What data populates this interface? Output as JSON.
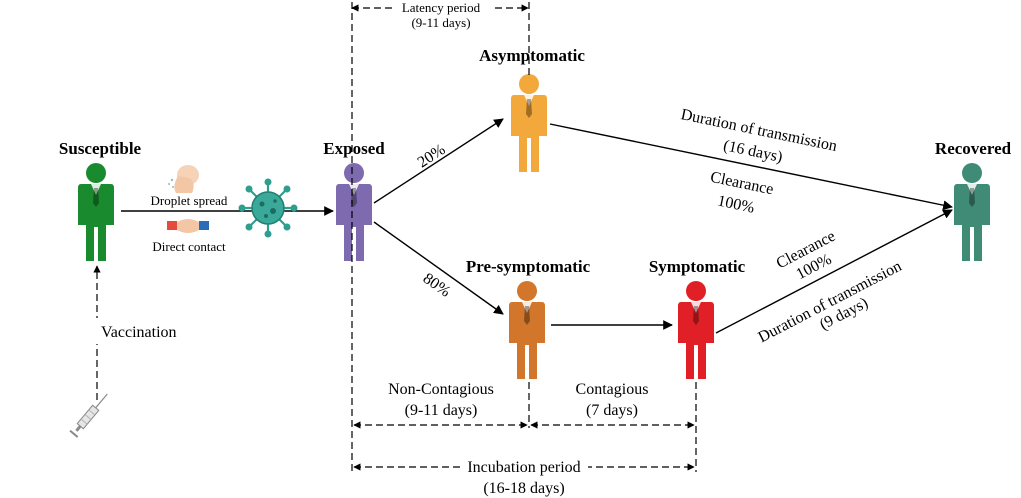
{
  "states": {
    "susceptible": "Susceptible",
    "exposed": "Exposed",
    "asymptomatic": "Asymptomatic",
    "presymptomatic": "Pre-symptomatic",
    "symptomatic": "Symptomatic",
    "recovered": "Recovered"
  },
  "transmission": {
    "droplet": "Droplet spread",
    "contact": "Direct contact"
  },
  "vaccination": "Vaccination",
  "latency": {
    "line1": "Latency period",
    "line2": "(9-11 days)"
  },
  "branch": {
    "asym_pct": "20%",
    "pre_pct": "80%"
  },
  "asym_path": {
    "duration1": "Duration of transmission",
    "duration2": "(16 days)",
    "clearance1": "Clearance",
    "clearance2": "100%"
  },
  "sym_path": {
    "clearance1": "Clearance",
    "clearance2": "100%",
    "duration1": "Duration of transmission",
    "duration2": "(9 days)"
  },
  "noncontagious": {
    "line1": "Non-Contagious",
    "line2": "(9-11 days)"
  },
  "contagious": {
    "line1": "Contagious",
    "line2": "(7 days)"
  },
  "incubation": {
    "line1": "Incubation period",
    "line2": "(16-18 days)"
  },
  "colors": {
    "susceptible": "#1a8a2e",
    "exposed": "#7e6aae",
    "asymptomatic": "#f2a83a",
    "presymptomatic": "#d2762c",
    "symptomatic": "#e02026",
    "recovered": "#3f8b76",
    "virus": "#2e9e8e"
  },
  "icons": [
    "person-icon",
    "virus-icon",
    "droplet-spread-icon",
    "handshake-icon",
    "syringe-icon"
  ]
}
